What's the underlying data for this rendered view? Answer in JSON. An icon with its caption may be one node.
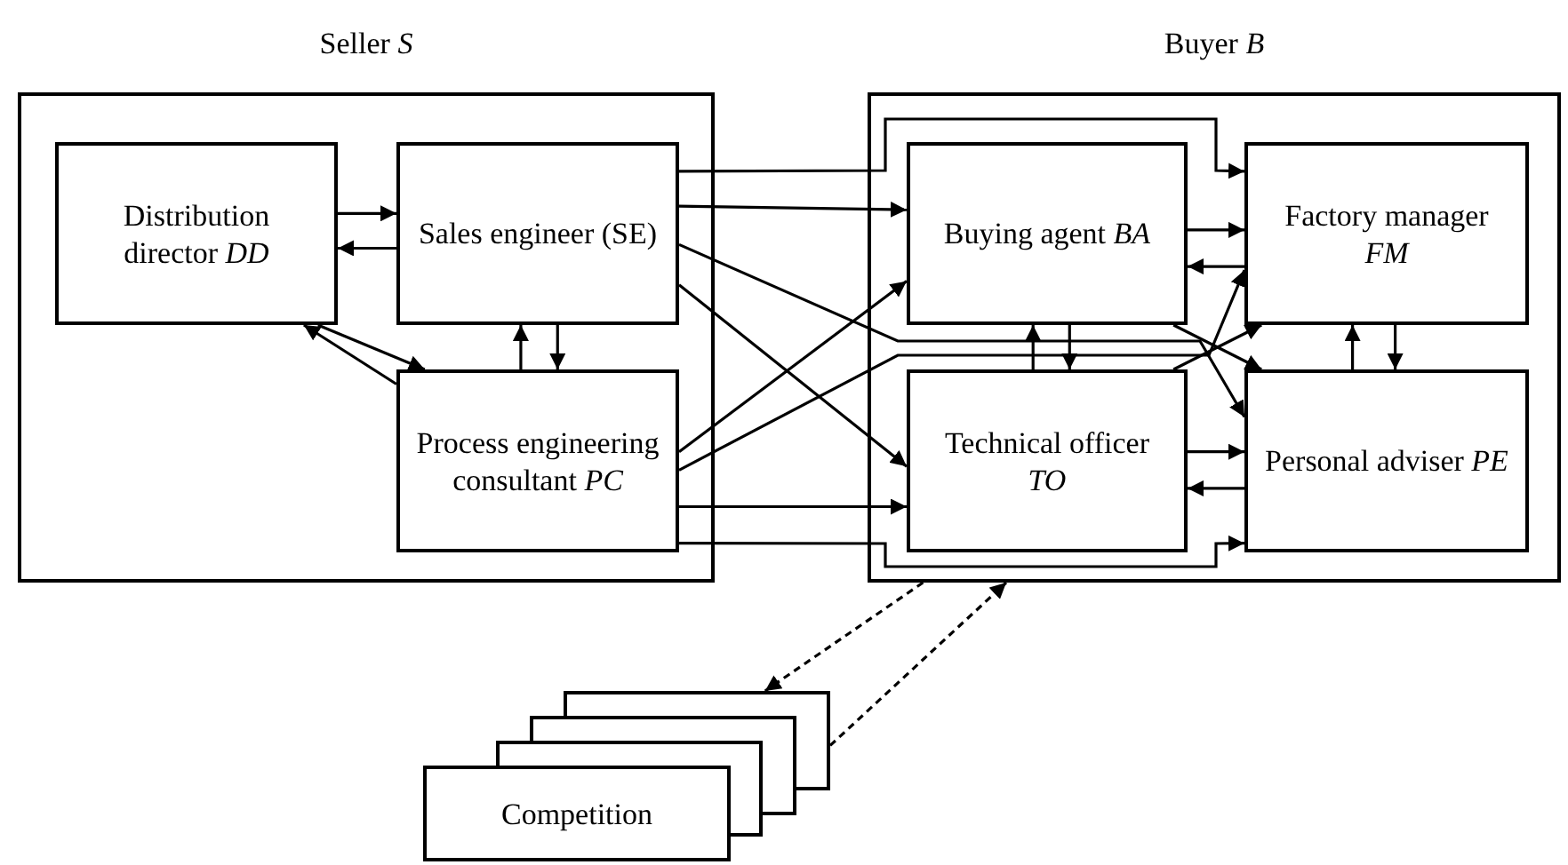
{
  "diagram": {
    "nodes": [
      {
        "text": [
          "Seller *S*"
        ]
      },
      {
        "text": [
          "Distribution director *DD*"
        ],
        "in": 0
      },
      {
        "text": [
          "Sales engineer (SE)"
        ],
        "in": 0
      },
      {
        "text": [
          "Process engineering consultant *PC*"
        ],
        "in": 0
      },
      {
        "text": [
          "Buyer *B*"
        ]
      },
      {
        "text": [
          "Buying agent *BA*"
        ],
        "in": 4
      },
      {
        "text": [
          "Factory manager *FM*"
        ],
        "in": 4
      },
      {
        "text": [
          "Technical officer *TO*"
        ],
        "in": 4
      },
      {
        "text": [
          "Personal adviser *PE*"
        ],
        "in": 4
      },
      {
        "text": [
          "Competition"
        ]
      }
    ],
    "edges": [
      {
        "from": 1,
        "to": 2,
        "arrow": "to"
      },
      {
        "from": 2,
        "to": 1,
        "arrow": "to"
      },
      {
        "from": 1,
        "to": 3,
        "arrow": "to"
      },
      {
        "from": 3,
        "to": 1,
        "arrow": "to"
      },
      {
        "from": 3,
        "to": 2,
        "arrow": "to"
      },
      {
        "from": 2,
        "to": 3,
        "arrow": "to"
      },
      {
        "from": 2,
        "to": 6,
        "arrow": "to"
      },
      {
        "from": 2,
        "to": 5,
        "arrow": "to"
      },
      {
        "from": 2,
        "to": 8,
        "arrow": "to"
      },
      {
        "from": 2,
        "to": 7,
        "arrow": "to"
      },
      {
        "from": 3,
        "to": 5,
        "arrow": "to"
      },
      {
        "from": 3,
        "to": 6,
        "arrow": "to"
      },
      {
        "from": 3,
        "to": 7,
        "arrow": "to"
      },
      {
        "from": 3,
        "to": 8,
        "arrow": "to"
      },
      {
        "from": 5,
        "to": 6,
        "arrow": "to"
      },
      {
        "from": 6,
        "to": 5,
        "arrow": "to"
      },
      {
        "from": 7,
        "to": 5,
        "arrow": "to"
      },
      {
        "from": 5,
        "to": 7,
        "arrow": "to"
      },
      {
        "from": 7,
        "to": 6,
        "arrow": "to"
      },
      {
        "from": 5,
        "to": 8,
        "arrow": "to"
      },
      {
        "from": 7,
        "to": 8,
        "arrow": "to"
      },
      {
        "from": 8,
        "to": 7,
        "arrow": "to"
      },
      {
        "from": 8,
        "to": 6,
        "arrow": "to"
      },
      {
        "from": 6,
        "to": 8,
        "arrow": "to"
      },
      {
        "from": 4,
        "to": 9,
        "arrow": "to",
        "style": "dashed"
      },
      {
        "from": 9,
        "to": 4,
        "arrow": "to",
        "style": "dashed"
      }
    ]
  }
}
